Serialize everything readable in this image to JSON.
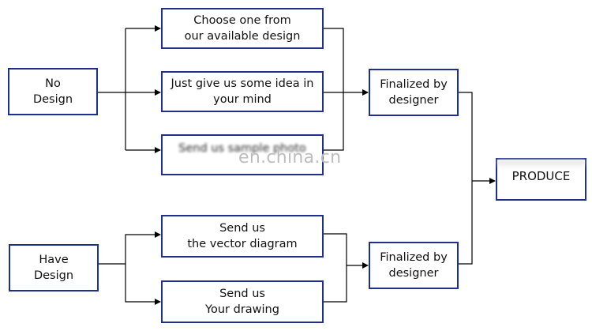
{
  "boxes": {
    "no_design": "No\nDesign",
    "have_design": "Have\nDesign",
    "choose": "Choose one from\nour available design",
    "idea": "Just give us some idea in\nyour mind",
    "sample": "Send us sample photo",
    "vector": "Send us\nthe vector diagram",
    "drawing": "Send us\nYour drawing",
    "finalized_top": "Finalized by\ndesigner",
    "finalized_bottom": "Finalized by\ndesigner",
    "produce": "PRODUCE"
  },
  "watermark": "en.china.cn",
  "colors": {
    "border": "#1f2f8f",
    "line": "#000000",
    "watermark": "#bdbdbd"
  }
}
